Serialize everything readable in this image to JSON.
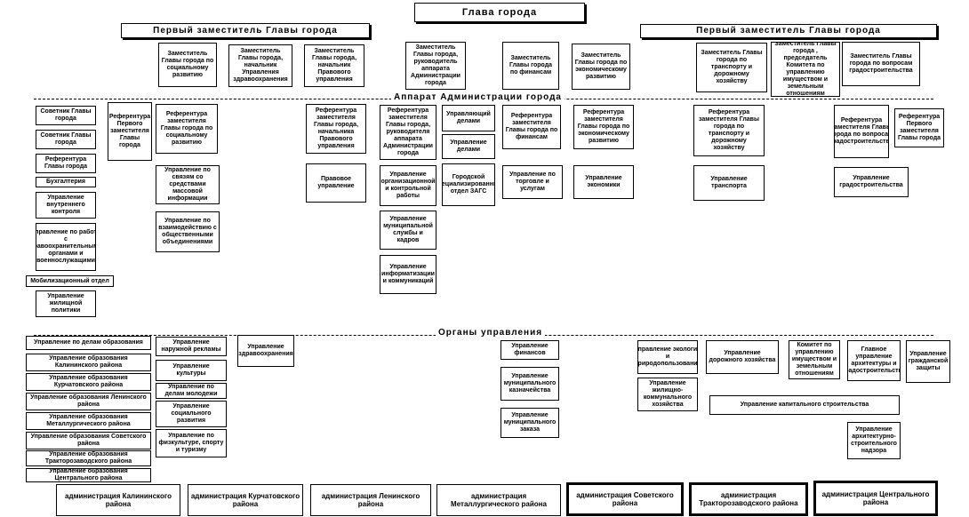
{
  "head": "Глава города",
  "first_deputy_left": "Первый заместитель Главы города",
  "first_deputy_right": "Первый заместитель Главы города",
  "deputies": [
    "Заместитель Главы города по социальному развитию",
    "Заместитель Главы города, начальник Управления здравоохранения",
    "Заместитель Главы города, начальник Правового управления",
    "Заместитель Главы города, руководитель аппарата Администрации города",
    "Заместитель Главы города по финансам",
    "Заместитель Главы города по экономическому развитию",
    "Заместитель Главы города по транспорту и дорожному хозяйству",
    "Заместитель Главы города , председатель Комитета по управлению имуществом и земельным отношениям",
    "Заместитель Главы города по вопросам градостроительства"
  ],
  "apparatus_label": "Аппарат Администрации города",
  "left_column": [
    "Советник Главы города",
    "Советник Главы города",
    "Референтура Главы города",
    "Бухгалтерия",
    "Управление внутреннего контроля",
    "Управление по работе с правоохранительными органами и военнослужащими",
    "Мобилизационный отдел",
    "Управление жилищной политики"
  ],
  "ref_first_deputy": "Референтура Первого заместителя Главы города",
  "soc_column": [
    "Референтура заместителя Главы города по социальному развитию",
    "Управление по связям со средствами массовой информации",
    "Управление по взаимодействию с общественными объединениями"
  ],
  "legal_column": [
    "Референтура заместителя Главы города, начальника Правового управления",
    "Правовое управление"
  ],
  "apparatus_column": [
    "Референтура заместителя Главы города, руководителя аппарата Администрации города",
    "Управление организационной и контрольной работы",
    "Управление муниципальной службы и кадров",
    "Управление информатизации и коммуникаций"
  ],
  "affairs_column": [
    "Управляющий делами",
    "Управление делами",
    "Городской специализированный отдел ЗАГС"
  ],
  "finance_column": [
    "Референтура заместителя Главы города по финансам",
    "Управление по торговле и услугам"
  ],
  "econ_column": [
    "Референтура заместителя Главы города по экономическому развитию",
    "Управление экономики"
  ],
  "transport_column": [
    "Референтура заместителя Главы города по транспорту и дорожному хозяйству",
    "Управление транспорта"
  ],
  "urban_column": [
    "Референтура заместителя Главы города по вопросам градостроительства",
    "Управление градостроительства"
  ],
  "ref_first_deputy_right": "Референтура Первого заместителя Главы города",
  "organs_label": "Органы управления",
  "edu_column": [
    "Управление по делам образования",
    "Управление образования Калининского района",
    "Управление образования Курчатовского района",
    "Управление образования Ленинского района",
    "Управление образования Металлургического района",
    "Управление образования Советского района",
    "Управление образования Тракторозаводского района",
    "Управление образования Центрального района"
  ],
  "culture_column": [
    "Управление наружной рекламы",
    "Управление культуры",
    "Управление по делам молодежи",
    "Управление социального развития",
    "Управление по физкультуре, спорту и туризму"
  ],
  "health": "Управление здравоохранения",
  "fin_organs": [
    "Управление финансов",
    "Управление муниципального казначейства",
    "Управление муниципального заказа"
  ],
  "right_organs": {
    "ecology": "Управление экологии и природопользования",
    "housing": "Управление жилищно-коммунального хозяйства",
    "roads": "Управление дорожного хозяйства",
    "property": "Комитет по управлению имуществом и земельным отношениям",
    "arch": "Главное управление архитектуры и градостроительства",
    "civil": "Управление гражданской защиты",
    "capital": "Управление капитального строительства",
    "supervision": "Управление архитектурно-строительного надзора"
  },
  "districts": [
    "администрация Калининского района",
    "администрация Курчатовского района",
    "администрация Ленинского района",
    "администрация Металлургического района",
    "администрация Советского района",
    "администрация Тракторозаводского района",
    "администрация Центрального района"
  ]
}
